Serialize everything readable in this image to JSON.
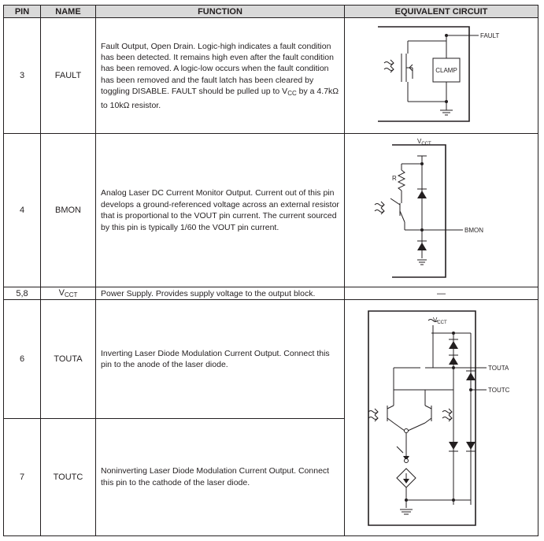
{
  "headers": {
    "pin": "PIN",
    "name": "NAME",
    "function": "FUNCTION",
    "circuit": "EQUIVALENT CIRCUIT"
  },
  "rows": [
    {
      "pin": "3",
      "name": "FAULT",
      "function": "Fault Output, Open Drain. Logic-high indicates a fault condition has been detected. It remains high even after the fault condition has been removed. A logic-low occurs when the fault condition has been removed and the fault latch has been cleared by toggling DISABLE. FAULT should be pulled up to V",
      "function_sub": "CC",
      "function_tail": " by a 4.7kΩ to 10kΩ resistor."
    },
    {
      "pin": "4",
      "name": "BMON",
      "function": "Analog Laser DC Current Monitor Output. Current out of this pin develops a ground-referenced voltage across an external resistor that is proportional to the VOUT pin current. The current sourced by this pin is typically 1/60 the VOUT pin current."
    },
    {
      "pin": "5,8",
      "name_main": "V",
      "name_sub": "CCT",
      "function": "Power Supply. Provides supply voltage to the output block.",
      "circuit": "—"
    },
    {
      "pin": "6",
      "name": "TOUTA",
      "function": "Inverting Laser Diode Modulation Current Output. Connect this pin to the anode of the laser diode."
    },
    {
      "pin": "7",
      "name": "TOUTC",
      "function": "Noninverting Laser Diode Modulation Current Output. Connect this pin to the cathode of the laser diode."
    }
  ],
  "circuit_labels": {
    "fault": "FAULT",
    "clamp": "CLAMP",
    "vcct_main": "V",
    "vcct_sub": "CCT",
    "r": "R",
    "bmon": "BMON",
    "touta": "TOUTA",
    "toutc": "TOUTC"
  }
}
